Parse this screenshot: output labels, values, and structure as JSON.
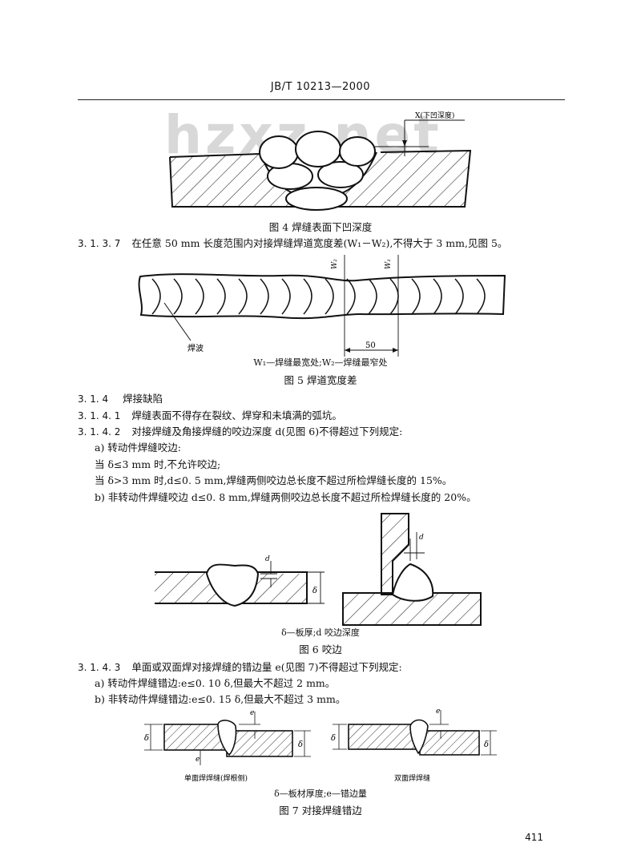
{
  "header": "JB/T  10213—2000",
  "watermark": "hzxz.net",
  "fig4": {
    "callout": "X(下凹深度)",
    "caption": "图 4    焊缝表面下凹深度"
  },
  "p3137": {
    "num": "3. 1. 3. 7",
    "text": "在任意 50 mm 长度范围内对接焊缝焊道宽度差(W₁－W₂),不得大于 3 mm,见图 5。"
  },
  "fig5": {
    "w2": "W₂",
    "w1": "W₁",
    "wave": "焊波",
    "dim": "50",
    "legend": "W₁—焊缝最宽处;W₂—焊缝最窄处",
    "caption": "图 5    焊道宽度差"
  },
  "s314": {
    "num": "3. 1. 4",
    "text": "焊接缺陷"
  },
  "p3141": {
    "num": "3. 1. 4. 1",
    "text": "焊缝表面不得存在裂纹、焊穿和未填满的弧坑。"
  },
  "p3142": {
    "num": "3. 1. 4. 2",
    "text": "对接焊缝及角接焊缝的咬边深度 d(见图 6)不得超过下列规定:",
    "a": "a) 转动件焊缝咬边:",
    "a1": "当 δ≤3 mm 时,不允许咬边;",
    "a2": "当 δ>3 mm 时,d≤0. 5 mm,焊缝两侧咬边总长度不超过所检焊缝长度的 15%。",
    "b": "b) 非转动件焊缝咬边 d≤0. 8 mm,焊缝两侧咬边总长度不超过所检焊缝长度的 20%。"
  },
  "fig6": {
    "d_left": "d",
    "delta": "δ",
    "d_right": "d",
    "legend": "δ—板厚;d    咬边深度",
    "caption": "图 6    咬边"
  },
  "p3143": {
    "num": "3. 1. 4. 3",
    "text": "单面或双面焊对接焊缝的错边量 e(见图 7)不得超过下列规定:",
    "a": "a) 转动件焊缝错边:e≤0. 10 δ,但最大不超过 2 mm。",
    "b": "b) 非转动件焊缝错边:e≤0. 15 δ,但最大不超过 3 mm。"
  },
  "fig7": {
    "delta": "δ",
    "e": "e",
    "left_label": "单面焊焊缝(焊根侧)",
    "right_label": "双面焊焊缝",
    "legend": "δ—板材厚度;e—错边量",
    "caption": "图 7    对接焊缝错边"
  },
  "page_number": "411"
}
